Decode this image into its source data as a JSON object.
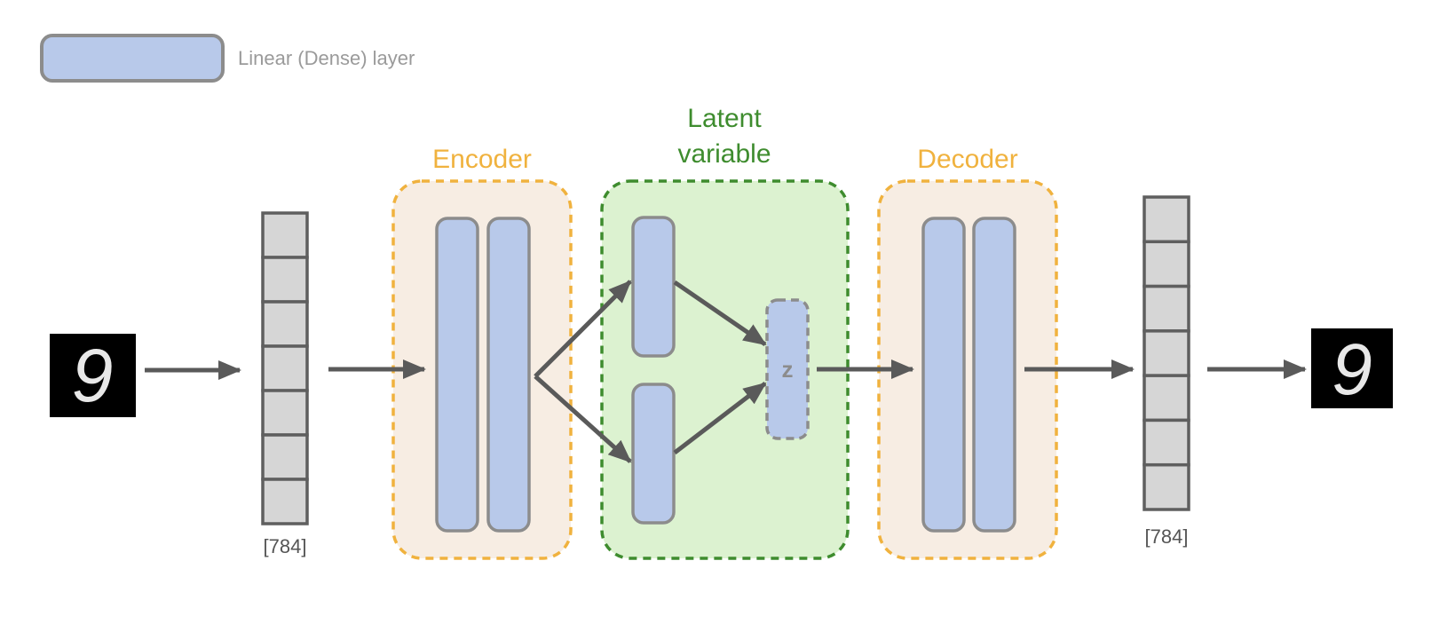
{
  "legend": {
    "label": "Linear (Dense) layer"
  },
  "groups": {
    "encoder": {
      "label": "Encoder"
    },
    "latent": {
      "label_line1": "Latent",
      "label_line2": "variable",
      "z_label": "z"
    },
    "decoder": {
      "label": "Decoder"
    }
  },
  "input": {
    "digit": "9",
    "dim_label": "[784]",
    "cells": 7
  },
  "output": {
    "digit": "9",
    "dim_label": "[784]",
    "cells": 7
  },
  "colors": {
    "layer_fill": "#b8c9ea",
    "layer_stroke": "#8c8c8c",
    "encoder_fill": "#f7ede3",
    "group_stroke_orange": "#f0b23e",
    "orange_text": "#f0b23e",
    "latent_fill": "#dcf2d0",
    "latent_stroke": "#3e8c2e",
    "green_text": "#3e8c2e",
    "arrow": "#5a5a5a",
    "vector_fill": "#d6d6d6",
    "vector_stroke": "#5f5f5f",
    "legend_text": "#9a9a9a",
    "dim_text": "#555555"
  }
}
